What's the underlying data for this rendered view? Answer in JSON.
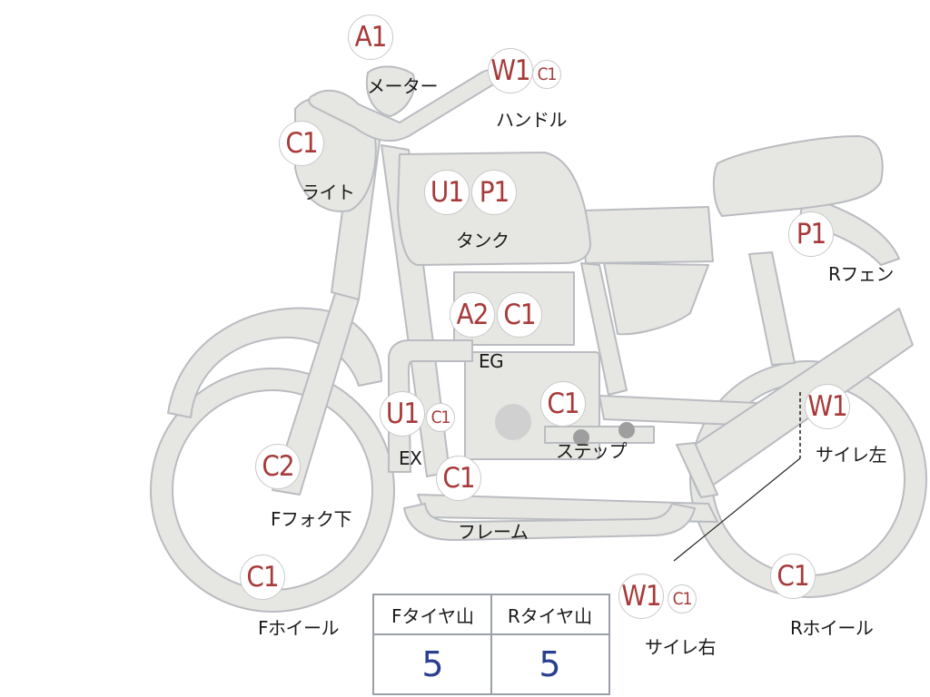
{
  "badges": [
    {
      "id": "meter-a1",
      "text": "A1"
    },
    {
      "id": "handle-w1",
      "text": "W1"
    },
    {
      "id": "handle-c1",
      "text": "C1"
    },
    {
      "id": "light-c1",
      "text": "C1"
    },
    {
      "id": "tank-u1",
      "text": "U1"
    },
    {
      "id": "tank-p1",
      "text": "P1"
    },
    {
      "id": "rfender-p1",
      "text": "P1"
    },
    {
      "id": "engine-a2",
      "text": "A2"
    },
    {
      "id": "engine-c1",
      "text": "C1"
    },
    {
      "id": "exhaust-u1",
      "text": "U1"
    },
    {
      "id": "exhaust-c1",
      "text": "C1"
    },
    {
      "id": "step-c1",
      "text": "C1"
    },
    {
      "id": "silencer-left-w1",
      "text": "W1"
    },
    {
      "id": "ffork-c2",
      "text": "C2"
    },
    {
      "id": "frame-c1",
      "text": "C1"
    },
    {
      "id": "fwheel-c1",
      "text": "C1"
    },
    {
      "id": "silencer-right-w1",
      "text": "W1"
    },
    {
      "id": "silencer-right-c1",
      "text": "C1"
    },
    {
      "id": "rwheel-c1",
      "text": "C1"
    }
  ],
  "labels": {
    "meter": "メーター",
    "handle": "ハンドル",
    "light": "ライト",
    "tank": "タンク",
    "rfender": "Rフェン",
    "engine": "EG",
    "exhaust": "EX",
    "step": "ステップ",
    "silencer_left": "サイレ左",
    "ffork": "Fフォク下",
    "frame": "フレーム",
    "fwheel": "Fホイール",
    "silencer_right": "サイレ右",
    "rwheel": "Rホイール"
  },
  "tire_table": {
    "headers": [
      "Fタイヤ山",
      "Rタイヤ山"
    ],
    "values": [
      "5",
      "5"
    ]
  },
  "colors": {
    "bike_fill": "#e6e6e3",
    "bike_stroke": "#b9bcc0",
    "badge_text": "#a83a3a",
    "value_text": "#2a3f8f"
  }
}
